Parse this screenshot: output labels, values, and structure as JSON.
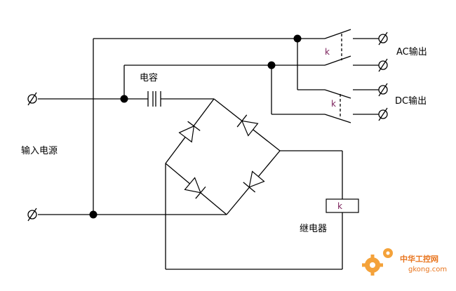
{
  "diagram": {
    "input_label": "输入电源",
    "capacitor_label": "电容",
    "ac_output_label": "AC输出",
    "dc_output_label": "DC输出",
    "relay_label": "继电器",
    "relay_coil_label": "k",
    "ac_contact_label": "k",
    "dc_contact_label": "k"
  },
  "watermark": {
    "line1": "中华工控网",
    "line2": "gkong.com",
    "color": "#e8731b"
  }
}
